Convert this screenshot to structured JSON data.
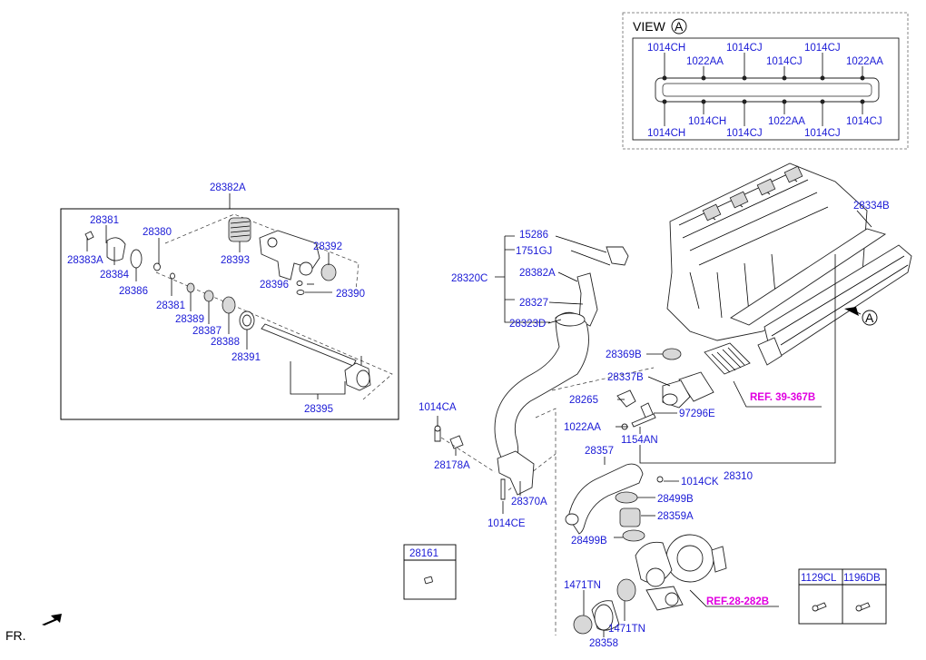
{
  "labels": {
    "view_title": "VIEW",
    "view_letter": "A",
    "view_top": [
      "1014CH",
      "1022AA",
      "1014CJ",
      "1014CJ",
      "1014CJ",
      "1022AA"
    ],
    "view_bottom": [
      "1014CH",
      "1014CH",
      "1014CJ",
      "1022AA",
      "1014CJ",
      "1014CJ"
    ],
    "group_title": "28382A",
    "p28381a": "28381",
    "p28383a": "28383A",
    "p28384": "28384",
    "p28380": "28380",
    "p28386": "28386",
    "p28393": "28393",
    "p28392": "28392",
    "p28396": "28396",
    "p28390": "28390",
    "p28381b": "28381",
    "p28389": "28389",
    "p28387": "28387",
    "p28388": "28388",
    "p28391": "28391",
    "p28395": "28395",
    "p15286": "15286",
    "p1751gj": "1751GJ",
    "p28320c": "28320C",
    "p28382a2": "28382A",
    "p28327": "28327",
    "p28323d": "28323D",
    "p28334b": "28334B",
    "arrow_a": "A",
    "p28369b": "28369B",
    "p28337b": "28337B",
    "p28265": "28265",
    "ref_39": "REF. 39-367B",
    "p1022aa": "1022AA",
    "p97296e": "97296E",
    "p1154an": "1154AN",
    "p1014ca": "1014CA",
    "p28178a": "28178A",
    "p28357": "28357",
    "p28310": "28310",
    "p1014ck": "1014CK",
    "p28499b_a": "28499B",
    "p28359a": "28359A",
    "p28499b_b": "28499B",
    "p28370a": "28370A",
    "p1014ce": "1014CE",
    "p28161": "28161",
    "p1471tn_a": "1471TN",
    "p1471tn_b": "1471TN",
    "p28358": "28358",
    "ref_28": "REF.28-282B",
    "p1129cl": "1129CL",
    "p1196db": "1196DB",
    "fr": "FR."
  },
  "colors": {
    "label": "#1a1ad6",
    "ref": "#e000e0",
    "line": "#000000"
  }
}
